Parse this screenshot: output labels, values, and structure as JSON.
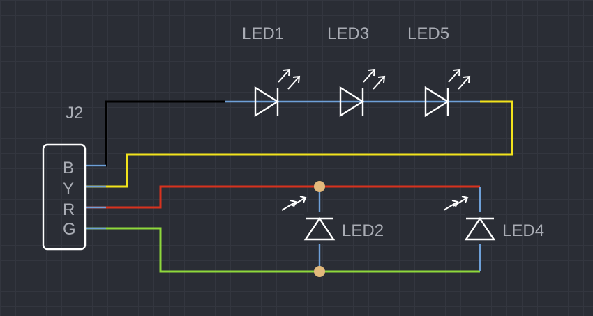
{
  "connector": {
    "ref": "J2",
    "pins": [
      "B",
      "Y",
      "R",
      "G"
    ]
  },
  "leds": [
    {
      "ref": "LED1"
    },
    {
      "ref": "LED3"
    },
    {
      "ref": "LED5"
    },
    {
      "ref": "LED2"
    },
    {
      "ref": "LED4"
    }
  ],
  "colors": {
    "background": "#2a2d35",
    "grid": "#33363f",
    "component_outline": "#ffffff",
    "pin_lead": "#6ea0d8",
    "wire_black": "#000000",
    "wire_yellow": "#f2e31c",
    "wire_red": "#d8321e",
    "wire_green": "#8ed83c",
    "junction": "#e2b97c",
    "label_text": "#a9acb4"
  }
}
